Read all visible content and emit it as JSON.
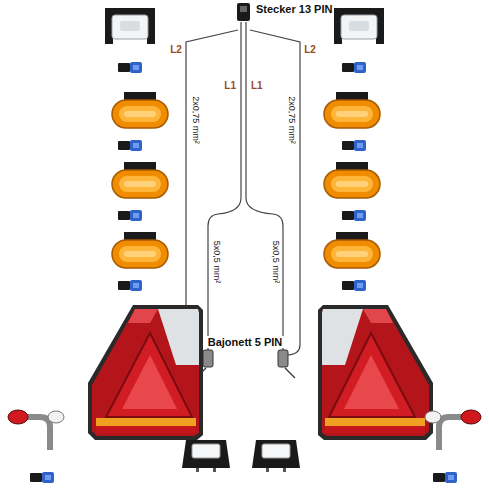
{
  "diagram": {
    "labels": [
      "Stecker 13 PIN",
      "L2",
      "L2",
      "L1",
      "L1",
      "2x0,75 mm²",
      "2x0,75 mm²",
      "5x0,5 mm²",
      "5x0,5 mm²",
      "Bajonett 5 PIN"
    ]
  }
}
